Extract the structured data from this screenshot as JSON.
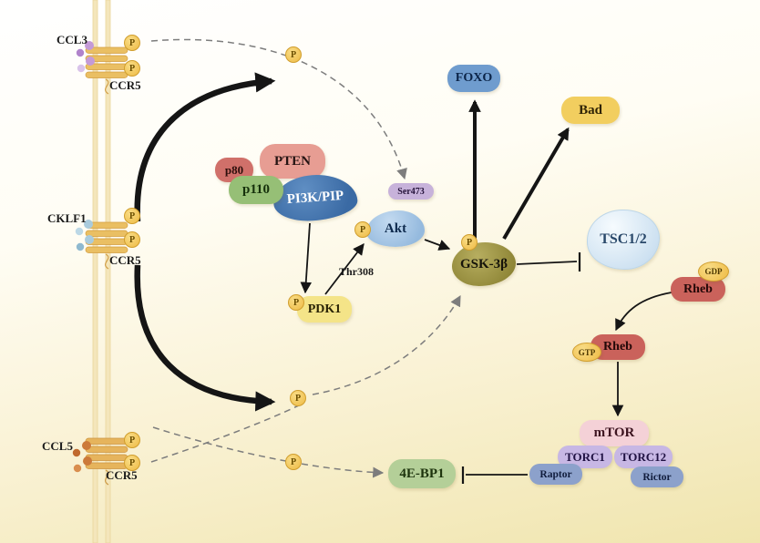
{
  "membrane_receptors": [
    {
      "ligand_label": "CCL3",
      "receptor_label": "CCR5"
    },
    {
      "ligand_label": "CKLF1",
      "receptor_label": "CCR5"
    },
    {
      "ligand_label": "CCL5",
      "receptor_label": "CCR5"
    }
  ],
  "labels": {
    "p": "P",
    "pten": "PTEN",
    "p80": "p80",
    "p110": "p110",
    "pi3k": "PI3K/PIP",
    "ser473": "Ser473",
    "akt": "Akt",
    "thr308": "Thr308",
    "pdk1": "PDK1",
    "gsk3b": "GSK-3β",
    "foxo": "FOXO",
    "bad": "Bad",
    "tsc12": "TSC1/2",
    "rheb": "Rheb",
    "gdp": "GDP",
    "gtp": "GTP",
    "mtor": "mTOR",
    "torc1": "TORC1",
    "torc12": "TORC12",
    "raptor": "Raptor",
    "rictor": "Rictor",
    "e4bp1": "4E-BP1"
  },
  "edges": [
    {
      "from": "CCR5 (CCL3)",
      "to": "Akt Ser473",
      "type": "dashed-arrow"
    },
    {
      "from": "CCR5 (CKLF1)",
      "to": "cytoplasm signaling",
      "type": "thick-arrow-up"
    },
    {
      "from": "CCR5 (CKLF1)",
      "to": "cytoplasm signaling",
      "type": "thick-arrow-down"
    },
    {
      "from": "CCR5 (CCL5)",
      "to": "GSK-3β",
      "type": "dashed-arrow"
    },
    {
      "from": "CCR5 (CCL5)",
      "to": "4E-BP1",
      "type": "dashed-arrow"
    },
    {
      "from": "PI3K/PIP",
      "to": "PDK1",
      "type": "arrow"
    },
    {
      "from": "PDK1",
      "to": "Akt",
      "type": "arrow",
      "label": "Thr308"
    },
    {
      "from": "Akt",
      "to": "GSK-3β",
      "type": "arrow"
    },
    {
      "from": "GSK-3β",
      "to": "FOXO",
      "type": "thick-arrow"
    },
    {
      "from": "GSK-3β",
      "to": "Bad",
      "type": "thick-arrow"
    },
    {
      "from": "GSK-3β",
      "to": "TSC1/2",
      "type": "inhibition"
    },
    {
      "from": "Rheb-GDP",
      "to": "Rheb-GTP",
      "type": "arrow"
    },
    {
      "from": "Rheb-GTP",
      "to": "mTOR",
      "type": "arrow"
    },
    {
      "from": "TORC1/Raptor",
      "to": "4E-BP1",
      "type": "inhibition"
    }
  ],
  "colors": {
    "phospho": "#eebb45",
    "pten": "#e79d93",
    "p80": "#d0706a",
    "p110": "#96bf76",
    "pi3k": "#3a6aa4",
    "ser473": "#c7b2da",
    "akt": "#95bade",
    "pdk1": "#f4e488",
    "gsk3b": "#8e8536",
    "foxo": "#6f9cce",
    "bad": "#f2ce5f",
    "tsc12": "#cadff0",
    "rheb": "#ca625b",
    "mtor": "#f4d1d7",
    "torc": "#c7b7e4",
    "raptor_rictor": "#8ca1cb",
    "e4bp1": "#b4cf98",
    "membrane": "#f4e6bb",
    "receptor_bars": "#eabf63",
    "ligand_ccl3": "#c49ad7",
    "ligand_cklf1": "#a9cbdd",
    "ligand_ccl5": "#cc7a3a",
    "arrow": "#151515",
    "dashed_arrow": "#7d7d7d"
  }
}
